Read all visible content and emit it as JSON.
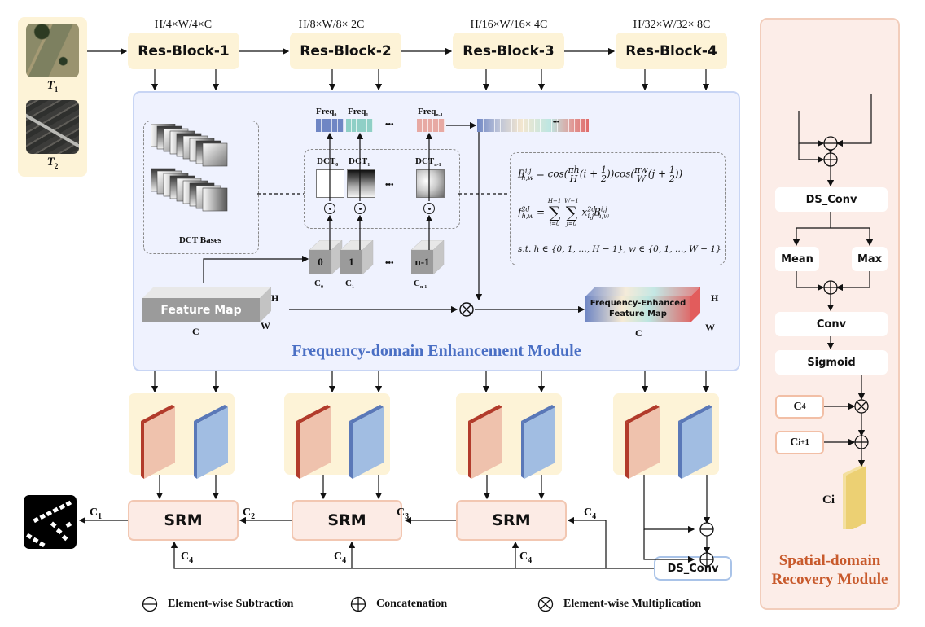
{
  "inputs": {
    "t1_label": "T",
    "t1_sub": "1",
    "t2_label": "T",
    "t2_sub": "2",
    "panel_color": "#fdf3d7"
  },
  "encoder": {
    "blocks": [
      {
        "label": "Res-Block-1",
        "dims": "H/4×W/4×C"
      },
      {
        "label": "Res-Block-2",
        "dims": "H/8×W/8× 2C"
      },
      {
        "label": "Res-Block-3",
        "dims": "H/16×W/16× 4C"
      },
      {
        "label": "Res-Block-4",
        "dims": "H/32×W/32× 8C"
      }
    ]
  },
  "fem": {
    "title": "Frequency-domain Enhancement Module",
    "title_color": "#4a6fc4",
    "bg_color": "#eff2fe",
    "dct_bases_label": "DCT Bases",
    "freq_labels": [
      {
        "base": "Freq",
        "sub": "0"
      },
      {
        "base": "Freq",
        "sub": "1"
      },
      {
        "base": "Freq",
        "sub": "n-1"
      }
    ],
    "dct_labels": [
      {
        "base": "DCT",
        "sub": "0"
      },
      {
        "base": "DCT",
        "sub": "1"
      },
      {
        "base": "DCT",
        "sub": "n-1"
      }
    ],
    "channel_groups": [
      {
        "value": "0",
        "label": "C",
        "sub": "0"
      },
      {
        "value": "1",
        "label": "C",
        "sub": "1"
      },
      {
        "value": "n-1",
        "label": "C",
        "sub": "n-1"
      }
    ],
    "ellipsis": "•••",
    "feature_map": {
      "label": "Feature Map",
      "h": "H",
      "w": "W",
      "c": "C"
    },
    "enhanced_map": {
      "line1": "Frequency-Enhanced",
      "line2": "Feature Map",
      "h": "H",
      "w": "W",
      "c": "C"
    },
    "formulas": {
      "basis": "B_{h,w}^{i,j} = cos(πh/H (i + 1/2)) cos(πw/W (j + 1/2))",
      "transform": "f_{h,w}^{2d} = Σ_{i=0}^{H−1} Σ_{j=0}^{W−1} x_{i,j}^{2d} B_{h,w}^{i,j}",
      "constraint": "s.t.  h ∈ {0, 1, …, H − 1}, w ∈ {0, 1, …, W − 1}"
    },
    "freq_colors": [
      "#6f86c4",
      "#8fcfc6",
      "#e7a9a3"
    ]
  },
  "decoder": {
    "srm_label": "SRM",
    "ds_conv_label": "DS_Conv",
    "c_labels": {
      "c1": {
        "base": "C",
        "sub": "1"
      },
      "c2": {
        "base": "C",
        "sub": "2"
      },
      "c3": {
        "base": "C",
        "sub": "3"
      },
      "c4": {
        "base": "C",
        "sub": "4"
      }
    },
    "t1_feature_color": "#efc2ad",
    "t2_feature_color": "#a1bde2"
  },
  "srm_module": {
    "title_line1": "Spatial-domain",
    "title_line2": "Recovery Module",
    "title_color": "#c85a2c",
    "ds_conv": "DS_Conv",
    "mean": "Mean",
    "max": "Max",
    "conv": "Conv",
    "sigmoid": "Sigmoid",
    "c4": {
      "base": "C",
      "sub": "4"
    },
    "ci1": {
      "base": "C",
      "sub": "i+1"
    },
    "ci": "Ci"
  },
  "legend": [
    {
      "icon": "subtraction-icon",
      "label": "Element-wise Subtraction"
    },
    {
      "icon": "concatenation-icon",
      "label": "Concatenation"
    },
    {
      "icon": "multiplication-icon",
      "label": "Element-wise Multiplication"
    }
  ]
}
